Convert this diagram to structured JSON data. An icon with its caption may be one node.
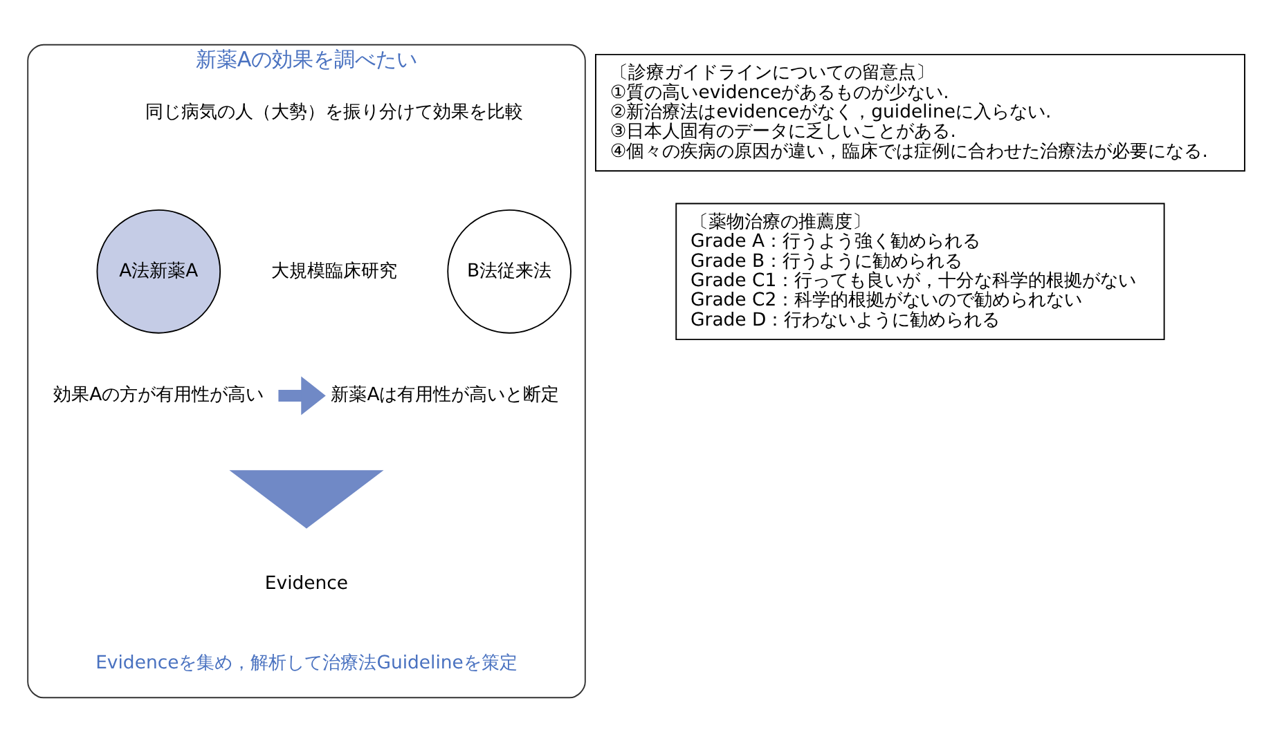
{
  "diagram": {
    "nodes": [
      {
        "text": [
          "新薬Aの効果を調べたい"
        ]
      },
      {
        "text": [
          "同じ病気の人（大勢）を振り分けて効果を比較"
        ],
        "in": 0
      },
      {
        "text": [
          "A法新薬A"
        ],
        "in": 0
      },
      {
        "text": [
          "大規模臨床研究"
        ],
        "in": 0
      },
      {
        "text": [
          "B法従来法"
        ],
        "in": 0
      },
      {
        "text": [
          "効果Aの方が有用性が高い"
        ],
        "in": 0
      },
      {
        "text": [
          "新薬Aは有用性が高いと断定"
        ],
        "in": 0
      },
      {
        "text": [],
        "shape": "triangle",
        "in": 0
      },
      {
        "text": [
          "Evidence"
        ],
        "in": 0
      },
      {
        "text": [
          "Evidenceを集め，解析して治療法Guidelineを策定"
        ],
        "in": 0
      },
      {
        "text": [
          "〔診療ガイドラインについての留意点〕",
          "①質の高いevidenceがあるものが少ない.",
          "②新治療法はevidenceがなく，guidelineに入らない.",
          "③日本人固有のデータに乏しいことがある.",
          "④個々の疾病の原因が違い，臨床では症例に合わせた治療法が必要になる."
        ]
      },
      {
        "text": [
          "〔薬物治療の推薦度〕",
          "Grade A：行うよう強く勧められる",
          "Grade B：行うように勧められる",
          "Grade C1：行っても良いが，十分な科学的根拠がない",
          "Grade C2：科学的根拠がないので勧められない",
          "Grade D：行わないように勧められる"
        ]
      }
    ],
    "edges": [
      {
        "from": 5,
        "to": 6,
        "arrow": "to",
        "color": "#7089c6"
      }
    ]
  }
}
